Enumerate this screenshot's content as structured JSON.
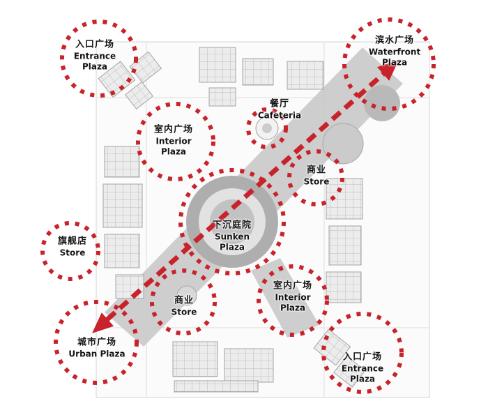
{
  "diagram": {
    "accent_color": "#c8232b",
    "plan_gray": "#c3c3c3",
    "label_color": "#141414"
  },
  "zones": [
    {
      "name": "entrance-plaza-northwest",
      "zh": "入口广场",
      "en1": "Entrance",
      "en2": "Plaza"
    },
    {
      "name": "waterfront-plaza",
      "zh": "滨水广场",
      "en1": "Waterfront",
      "en2": "Plaza"
    },
    {
      "name": "interior-plaza-upper",
      "zh": "室内广场",
      "en1": "Interior",
      "en2": "Plaza"
    },
    {
      "name": "cafeteria",
      "zh": "餐厅",
      "en1": "Cafeteria"
    },
    {
      "name": "store-east",
      "zh": "商业",
      "en1": "Store"
    },
    {
      "name": "sunken-plaza",
      "zh": "下沉庭院",
      "en1": "Sunken",
      "en2": "Plaza"
    },
    {
      "name": "flagship-store",
      "zh": "旗舰店",
      "en1": "Store"
    },
    {
      "name": "store-south",
      "zh": "商业",
      "en1": "Store"
    },
    {
      "name": "interior-plaza-lower",
      "zh": "室内广场",
      "en1": "Interior",
      "en2": "Plaza"
    },
    {
      "name": "urban-plaza",
      "zh": "城市广场",
      "en1": "Urban Plaza"
    },
    {
      "name": "entrance-plaza-southeast",
      "zh": "入口广场",
      "en1": "Entrance",
      "en2": "Plaza"
    }
  ]
}
